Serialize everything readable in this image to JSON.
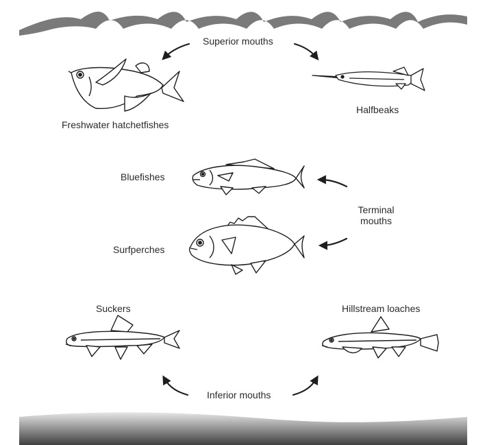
{
  "labels": {
    "superior": "Superior mouths",
    "terminal": "Terminal mouths",
    "inferior": "Inferior mouths"
  },
  "fishes": {
    "hatchetfish": "Freshwater hatchetfishes",
    "halfbeak": "Halfbeaks",
    "bluefish": "Bluefishes",
    "surfperch": "Surfperches",
    "sucker": "Suckers",
    "loach": "Hillstream loaches"
  },
  "icons": {
    "surface": "water-surface-waves",
    "bottom": "river-bottom",
    "arrow": "curved-arrow"
  },
  "colors": {
    "water": "#7a7a7a",
    "bottom_dark": "#4a4a4a",
    "bottom_light": "#e2e2e2",
    "ink": "#1e1e1e"
  }
}
